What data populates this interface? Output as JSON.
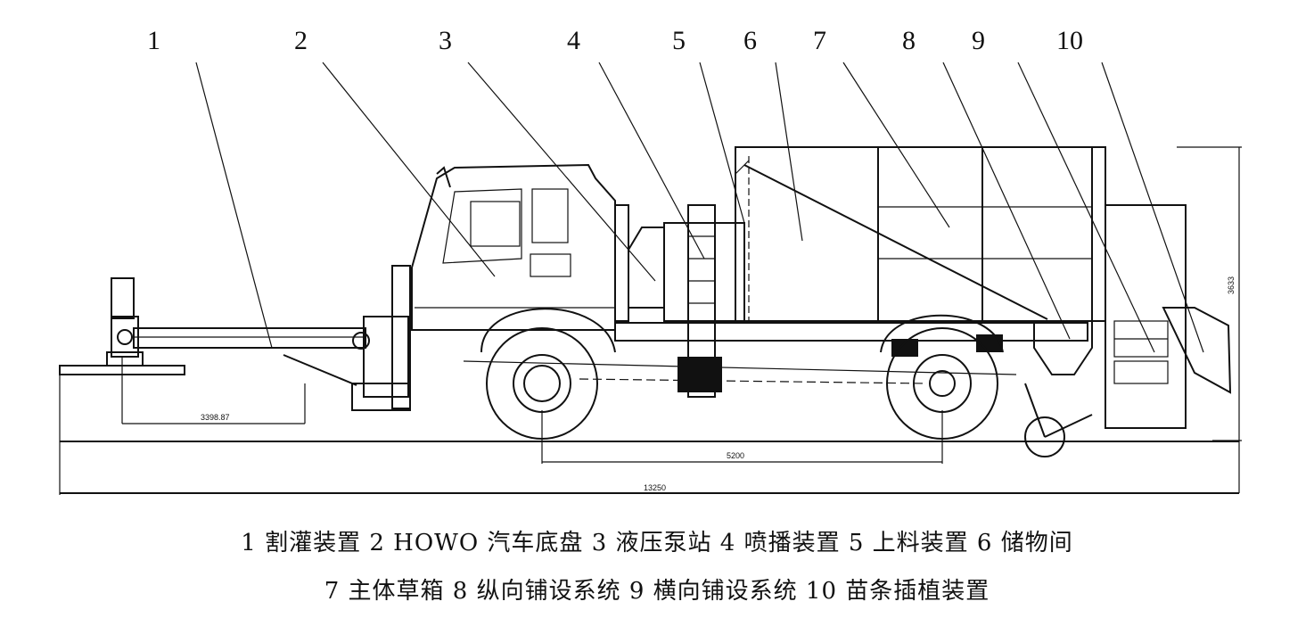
{
  "figure": {
    "part_numbers": [
      "1",
      "2",
      "3",
      "4",
      "5",
      "6",
      "7",
      "8",
      "9",
      "10"
    ],
    "dimensions": {
      "front_overhang": "3398.87",
      "wheelbase": "5200",
      "overall_length": "13250",
      "height": "3633"
    },
    "caption_line1": "1 割灌装置 2 HOWO 汽车底盘 3 液压泵站 4 喷播装置 5 上料装置 6 储物间",
    "caption_line2": "7 主体草箱 8 纵向铺设系统 9 横向铺设系统 10 苗条插植装置"
  }
}
